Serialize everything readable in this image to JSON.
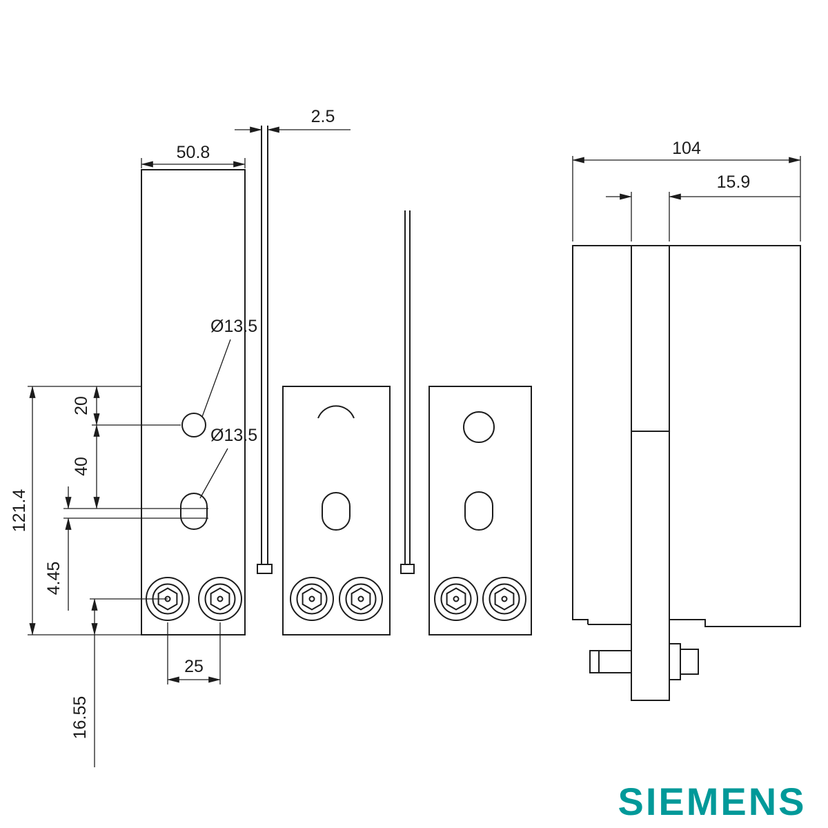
{
  "brand": {
    "name": "SIEMENS",
    "color": "#009999"
  },
  "drawing": {
    "line_color": "#1c1c1c",
    "dims": {
      "bar_thickness": "2.5",
      "plate_width": "50.8",
      "overall_depth": "104",
      "bar_offset": "15.9",
      "hole_diameter_top": "Ø13.5",
      "hole_diameter_bottom": "Ø13.5",
      "top_edge_to_hole": "20",
      "hole_to_slot": "40",
      "overall_height": "121.4",
      "slot_gap": "4.45",
      "bolt_spacing": "25",
      "bolt_to_bottom_edge": "16.55"
    }
  }
}
